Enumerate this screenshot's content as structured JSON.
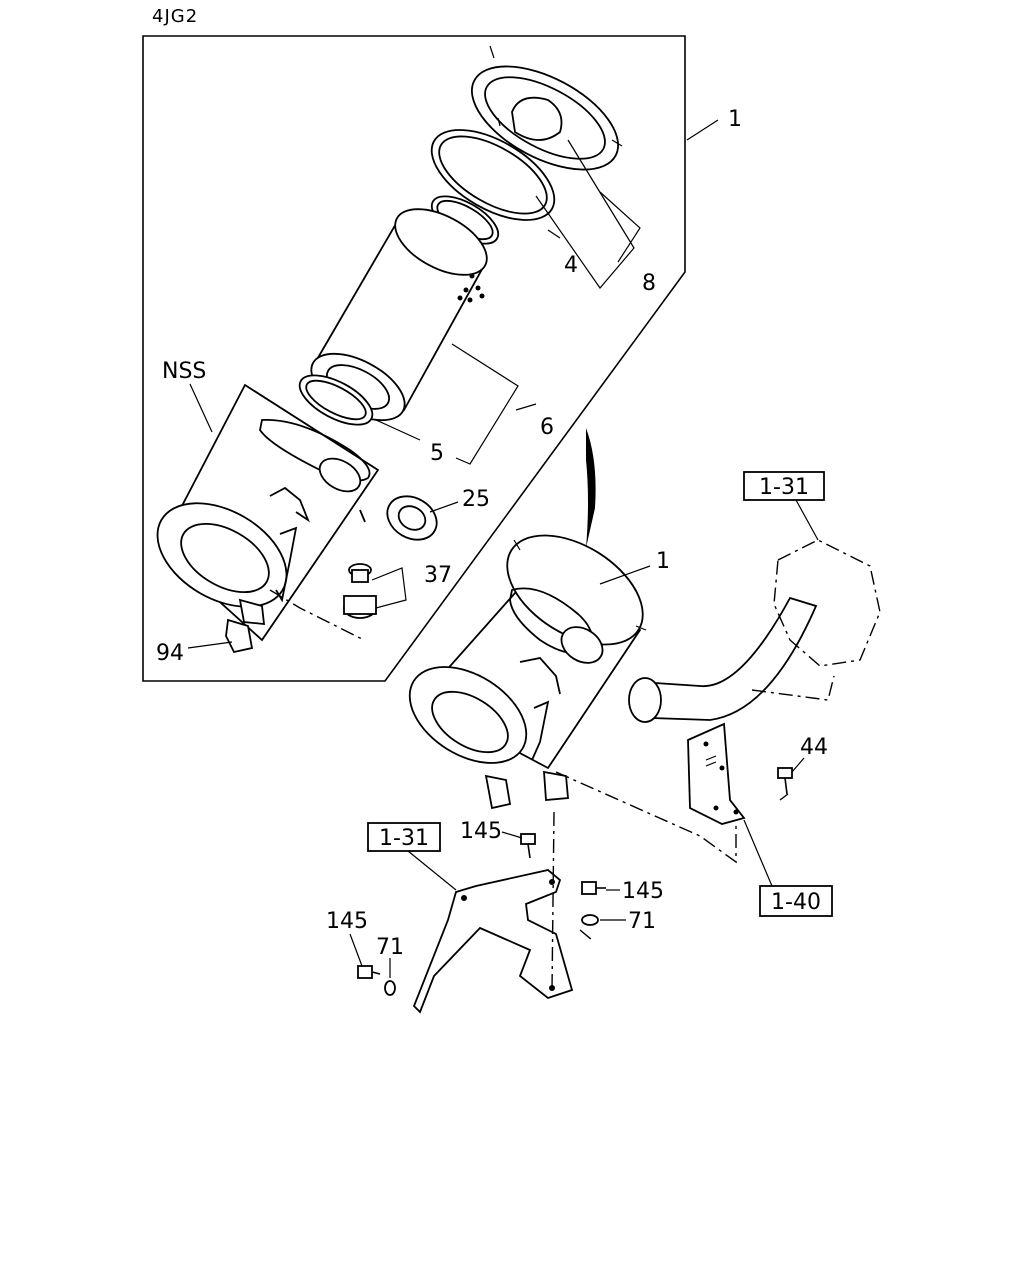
{
  "header": {
    "model_code": "4JG2"
  },
  "callouts": {
    "c1_top": "1",
    "c4": "4",
    "c8": "8",
    "c6": "6",
    "c5": "5",
    "c25": "25",
    "c37": "37",
    "c94": "94",
    "nss": "NSS",
    "c1_assy": "1",
    "c44": "44",
    "c145_a": "145",
    "c145_b": "145",
    "c145_c": "145",
    "c71_a": "71",
    "c71_b": "71"
  },
  "boxed_refs": {
    "ref_1_31_top": "1-31",
    "ref_1_31_bottom": "1-31",
    "ref_1_40": "1-40"
  }
}
